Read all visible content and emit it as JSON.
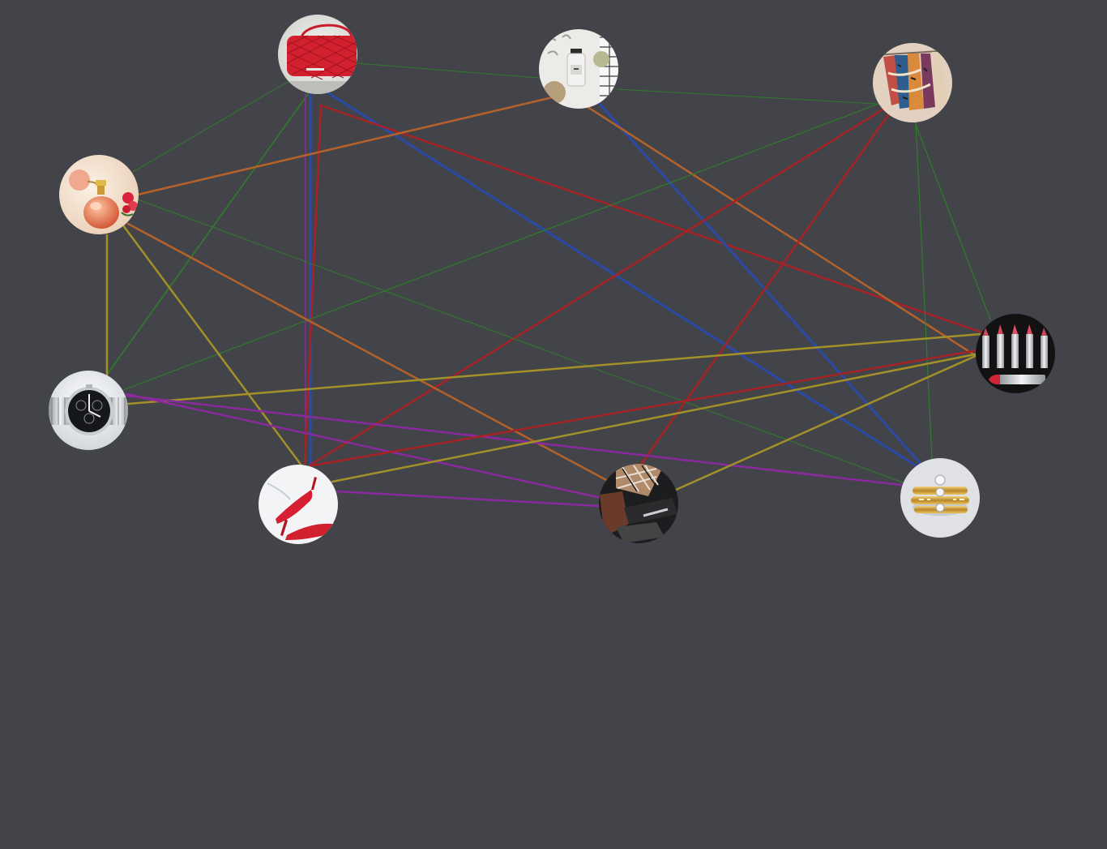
{
  "canvas": {
    "background": "#424449"
  },
  "palette": {
    "green": "#2f7d2a",
    "blue": "#2a4aa6",
    "red": "#a72225",
    "orange": "#b4612a",
    "olive": "#a49028",
    "purple": "#8a2a9e"
  },
  "nodes": [
    {
      "id": "handbag",
      "icon": "red-quilted-handbag-icon"
    },
    {
      "id": "skincare",
      "icon": "skincare-bottle-flatlay-icon"
    },
    {
      "id": "clothing",
      "icon": "clothing-rack-icon"
    },
    {
      "id": "perfume",
      "icon": "perfume-bottle-icon"
    },
    {
      "id": "lipstick",
      "icon": "lipstick-set-icon"
    },
    {
      "id": "watch",
      "icon": "wristwatch-icon"
    },
    {
      "id": "heels",
      "icon": "red-high-heels-icon"
    },
    {
      "id": "scarf",
      "icon": "plaid-scarf-bag-icon"
    },
    {
      "id": "rings",
      "icon": "gold-rings-icon"
    }
  ],
  "edges": [
    {
      "from": "handbag",
      "to": "skincare",
      "color": "green",
      "weight": 1
    },
    {
      "from": "handbag",
      "to": "perfume",
      "color": "green",
      "weight": 1
    },
    {
      "from": "handbag",
      "to": "watch",
      "color": "green",
      "weight": 1.6
    },
    {
      "from": "handbag",
      "to": "heels",
      "color": "blue",
      "weight": 3
    },
    {
      "from": "handbag",
      "to": "heels",
      "color": "purple",
      "weight": 1.5
    },
    {
      "from": "handbag",
      "to": "rings",
      "color": "blue",
      "weight": 3
    },
    {
      "from": "handbag",
      "to": "lipstick",
      "color": "red",
      "weight": 2.5
    },
    {
      "from": "handbag",
      "to": "heels",
      "color": "red",
      "weight": 2.5
    },
    {
      "from": "skincare",
      "to": "clothing",
      "color": "green",
      "weight": 1
    },
    {
      "from": "skincare",
      "to": "perfume",
      "color": "orange",
      "weight": 2.5
    },
    {
      "from": "skincare",
      "to": "rings",
      "color": "blue",
      "weight": 3
    },
    {
      "from": "skincare",
      "to": "lipstick",
      "color": "orange",
      "weight": 2.5
    },
    {
      "from": "clothing",
      "to": "watch",
      "color": "green",
      "weight": 1.2
    },
    {
      "from": "clothing",
      "to": "lipstick",
      "color": "green",
      "weight": 1.2
    },
    {
      "from": "clothing",
      "to": "rings",
      "color": "green",
      "weight": 1.2
    },
    {
      "from": "clothing",
      "to": "heels",
      "color": "red",
      "weight": 2.5
    },
    {
      "from": "clothing",
      "to": "scarf",
      "color": "red",
      "weight": 2.5
    },
    {
      "from": "perfume",
      "to": "watch",
      "color": "olive",
      "weight": 2.5
    },
    {
      "from": "perfume",
      "to": "heels",
      "color": "olive",
      "weight": 2.5
    },
    {
      "from": "perfume",
      "to": "scarf",
      "color": "orange",
      "weight": 2.5
    },
    {
      "from": "perfume",
      "to": "rings",
      "color": "green",
      "weight": 1
    },
    {
      "from": "watch",
      "to": "lipstick",
      "color": "olive",
      "weight": 2.5
    },
    {
      "from": "watch",
      "to": "scarf",
      "color": "purple",
      "weight": 2.5
    },
    {
      "from": "watch",
      "to": "rings",
      "color": "purple",
      "weight": 2.5
    },
    {
      "from": "heels",
      "to": "lipstick",
      "color": "olive",
      "weight": 2.5
    },
    {
      "from": "heels",
      "to": "lipstick",
      "color": "red",
      "weight": 2.5
    },
    {
      "from": "heels",
      "to": "scarf",
      "color": "purple",
      "weight": 2.5
    },
    {
      "from": "scarf",
      "to": "lipstick",
      "color": "olive",
      "weight": 2.5
    }
  ]
}
